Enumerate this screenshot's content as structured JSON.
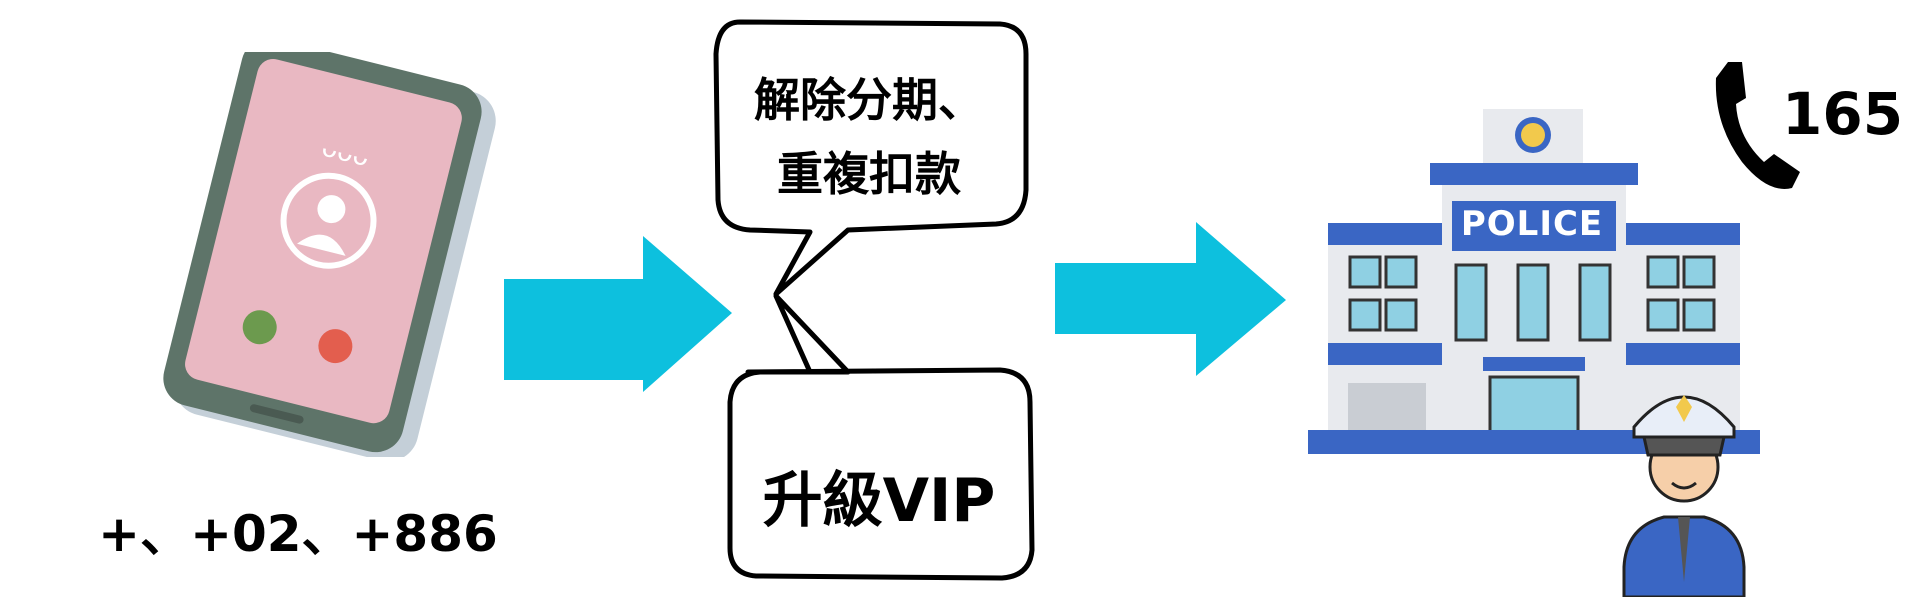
{
  "diagram": {
    "phone_caption": "+、+02、+886",
    "bubble_top": {
      "line1": "解除分期、",
      "line2": "重複扣款"
    },
    "bubble_bottom": "升級VIP",
    "hotline": {
      "icon": "phone-handset-icon",
      "number": "165"
    },
    "police_station": {
      "sign": "POLICE"
    },
    "colors": {
      "arrow": "#0DC0DE",
      "building_blue": "#3A66C4",
      "phone_screen": "#E9B8C2",
      "phone_frame": "#5E7469"
    }
  }
}
